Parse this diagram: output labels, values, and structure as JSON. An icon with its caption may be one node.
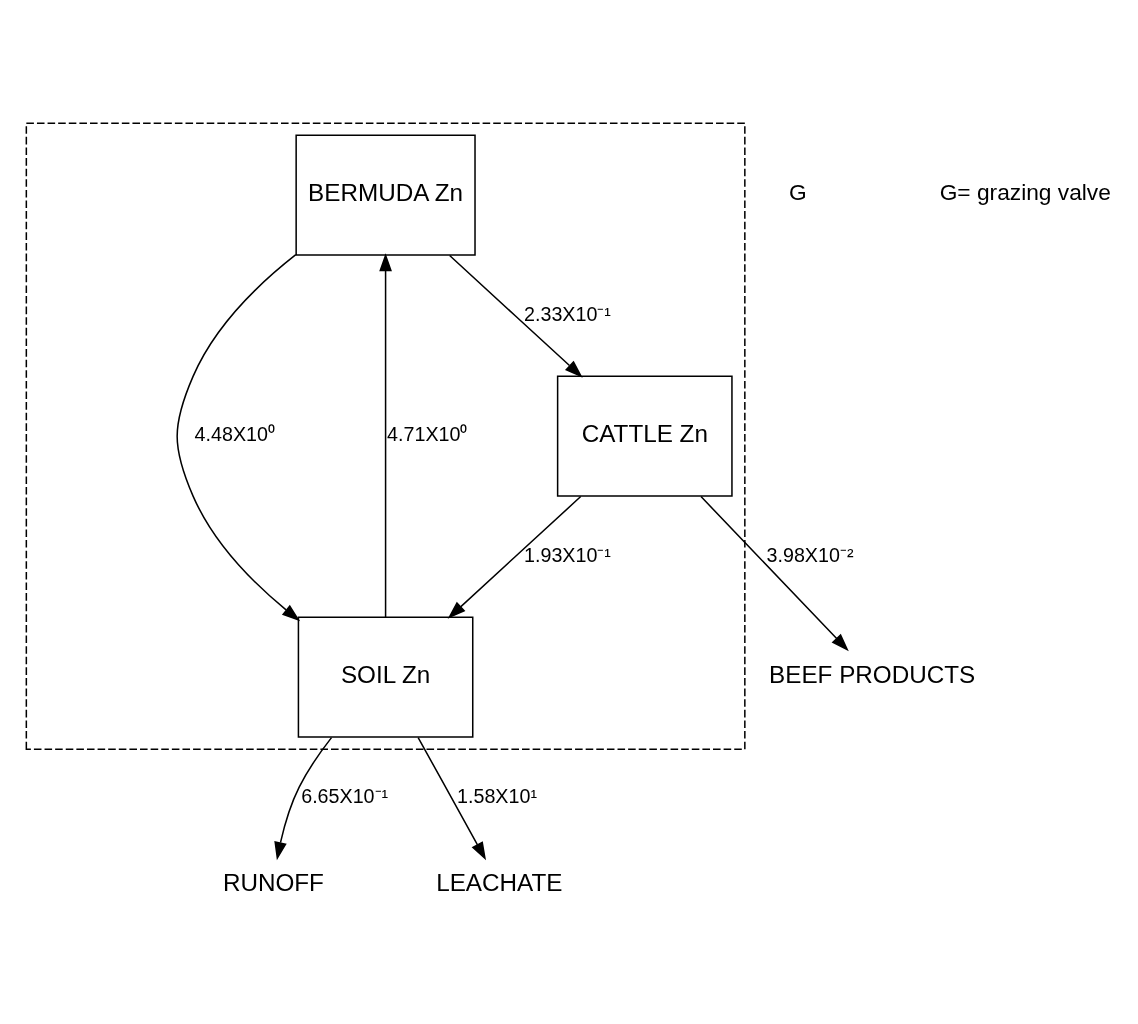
{
  "diagram": {
    "nodes": [
      {
        "text": [],
        "shape": "box"
      },
      {
        "text": [
          "BERMUDA Zn"
        ],
        "in": 0
      },
      {
        "text": [
          "CATTLE Zn"
        ],
        "in": 0
      },
      {
        "text": [
          "SOIL Zn"
        ],
        "in": 0
      },
      {
        "text": [
          "BEEF PRODUCTS"
        ]
      },
      {
        "text": [
          "RUNOFF"
        ]
      },
      {
        "text": [
          "LEACHATE"
        ]
      }
    ],
    "edges": [
      {
        "from": 1,
        "to": 2,
        "arrow": "to",
        "label": "2.33X10⁻¹"
      },
      {
        "from": 2,
        "to": 4,
        "arrow": "to",
        "label": "3.98X10⁻²"
      },
      {
        "from": 2,
        "to": 3,
        "arrow": "to",
        "label": "1.93X10⁻¹"
      },
      {
        "from": 1,
        "to": 3,
        "arrow": "to",
        "label": "4.48X10⁰"
      },
      {
        "from": 3,
        "to": 1,
        "arrow": "to",
        "label": "4.71X10⁰"
      },
      {
        "from": 3,
        "to": 5,
        "arrow": "to",
        "label": "6.65X10⁻¹"
      },
      {
        "from": 3,
        "to": 6,
        "arrow": "to",
        "label": "1.58X10¹"
      }
    ],
    "labels": [
      "G",
      "G= grazing valve"
    ]
  }
}
